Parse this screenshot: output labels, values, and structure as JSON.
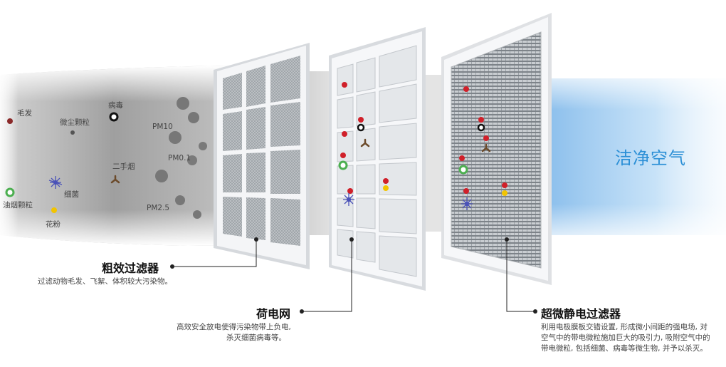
{
  "particles": {
    "hair": "毛发",
    "dust": "微尘颗粒",
    "virus": "病毒",
    "pm10": "PM10",
    "pm01": "PM0.1",
    "smoke": "二手烟",
    "bacteria": "细菌",
    "oil": "油烟颗粒",
    "pm25": "PM2.5",
    "pollen": "花粉"
  },
  "clean_air": "洁净空气",
  "filters": {
    "coarse": {
      "title": "粗效过滤器",
      "desc": "过滤动物毛发、飞絮、体积较大污染物。"
    },
    "charged": {
      "title": "荷电网",
      "desc_line1": "高效安全放电使得污染物带上负电,",
      "desc_line2": "杀灭细菌病毒等。"
    },
    "electrostatic": {
      "title": "超微静电过滤器",
      "desc_line1": "利用电极膜板交错设置, 形成微小间距的强电场, 对",
      "desc_line2": "空气中的带电微粒施加巨大的吸引力, 吸附空气中的",
      "desc_line3": "带电微粒, 包括细菌、病毒等微生物, 并予以杀灭。"
    }
  },
  "colors": {
    "smoke": "#8a8a8a",
    "clean_air": "#2b8fd6",
    "frame": "#f4f5f7",
    "charge_dot": "#d0202a"
  }
}
